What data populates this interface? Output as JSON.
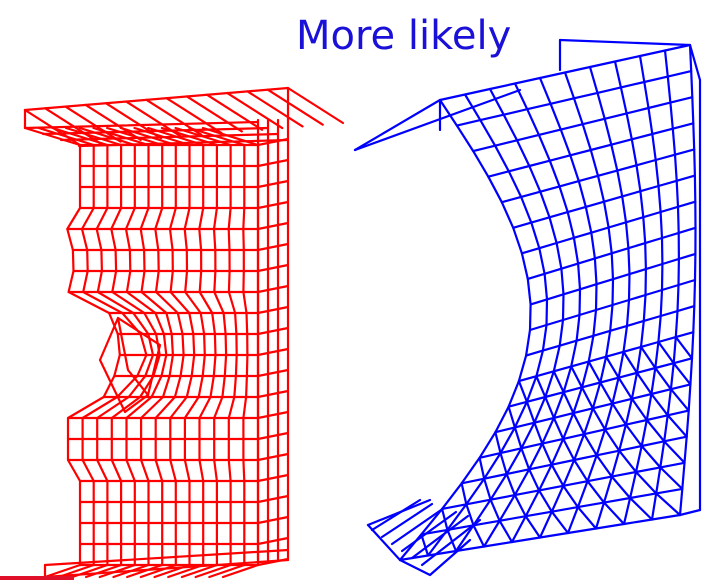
{
  "caption": "More likely",
  "colors": {
    "left_mesh": "#ff0000",
    "right_mesh": "#0000ff",
    "caption": "#1a10d8",
    "corner_mark": "#e0102a"
  },
  "icons": [
    "wireframe-mesh-red",
    "wireframe-mesh-blue"
  ]
}
